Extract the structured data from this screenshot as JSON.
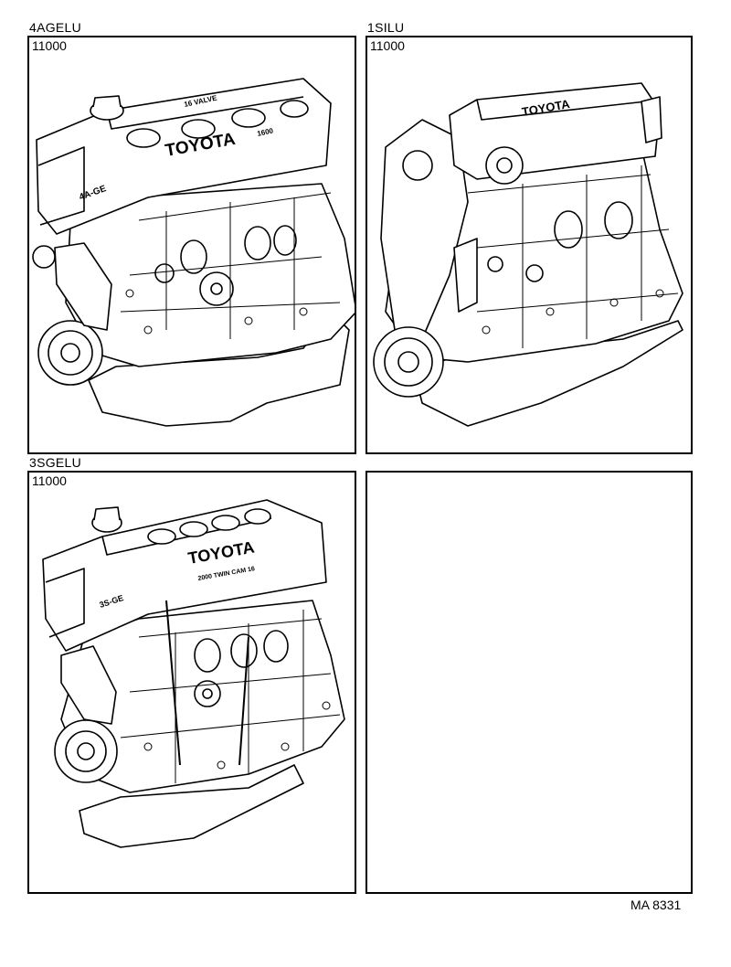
{
  "panels": [
    {
      "model_code": "4AGELU",
      "part_number": "11000",
      "engine": {
        "brand": "TOYOTA",
        "badge": "4A-GE",
        "valve_text": "16 VALVE",
        "size_text": "1600"
      }
    },
    {
      "model_code": "1SILU",
      "part_number": "11000",
      "engine": {
        "brand": "TOYOTA"
      }
    },
    {
      "model_code": "3SGELU",
      "part_number": "11000",
      "engine": {
        "brand": "TOYOTA",
        "badge": "3S-GE",
        "twin_text": "2000 TWIN CAM 16"
      }
    },
    {
      "model_code": "",
      "part_number": ""
    }
  ],
  "reference_code": "MA 8331"
}
